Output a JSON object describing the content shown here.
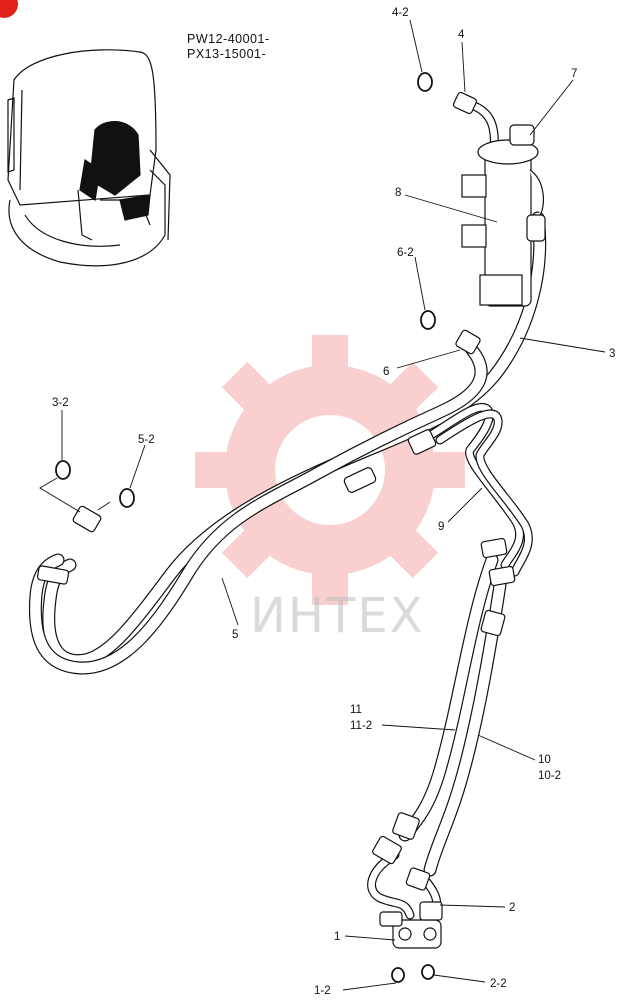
{
  "serial_ranges": [
    "PW12-40001-",
    "PX13-15001-"
  ],
  "watermark": {
    "text": "ИНТЕХ",
    "color": "#f26b6b"
  },
  "labels": {
    "p4_2": "4-2",
    "p4": "4",
    "p7": "7",
    "p8": "8",
    "p6_2": "6-2",
    "p6": "6",
    "p3": "3",
    "p3_2": "3-2",
    "p5_2": "5-2",
    "p9": "9",
    "p5": "5",
    "p11": "11",
    "p11_2": "11-2",
    "p10": "10",
    "p10_2": "10-2",
    "p2": "2",
    "p1": "1",
    "p1_2": "1-2",
    "p2_2": "2-2"
  },
  "icons": {
    "corner": "red-corner-marker-icon",
    "machine": "excavator-cab-inset-icon",
    "gear": "gear-watermark-icon"
  }
}
